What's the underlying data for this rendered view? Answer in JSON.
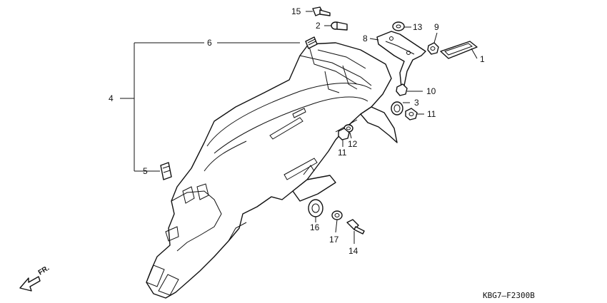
{
  "callouts": {
    "c1": "1",
    "c2": "2",
    "c3": "3",
    "c4": "4",
    "c5": "5",
    "c6": "6",
    "c8": "8",
    "c9": "9",
    "c10": "10",
    "c11a": "11",
    "c11b": "11",
    "c12": "12",
    "c13": "13",
    "c14": "14",
    "c15": "15",
    "c16": "16",
    "c17": "17"
  },
  "direction_label": "FR.",
  "diagram_code": "KBG7—F2300B"
}
